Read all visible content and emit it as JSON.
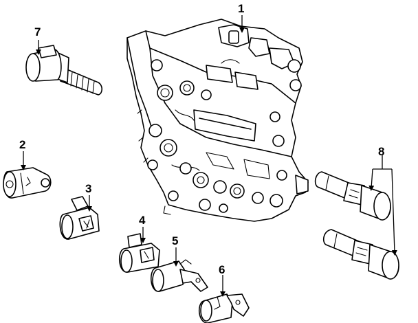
{
  "callouts": {
    "c1": "1",
    "c2": "2",
    "c3": "3",
    "c4": "4",
    "c5": "5",
    "c6": "6",
    "c7": "7",
    "c8": "8"
  },
  "colors": {
    "line": "#000000",
    "fill": "#ffffff"
  }
}
